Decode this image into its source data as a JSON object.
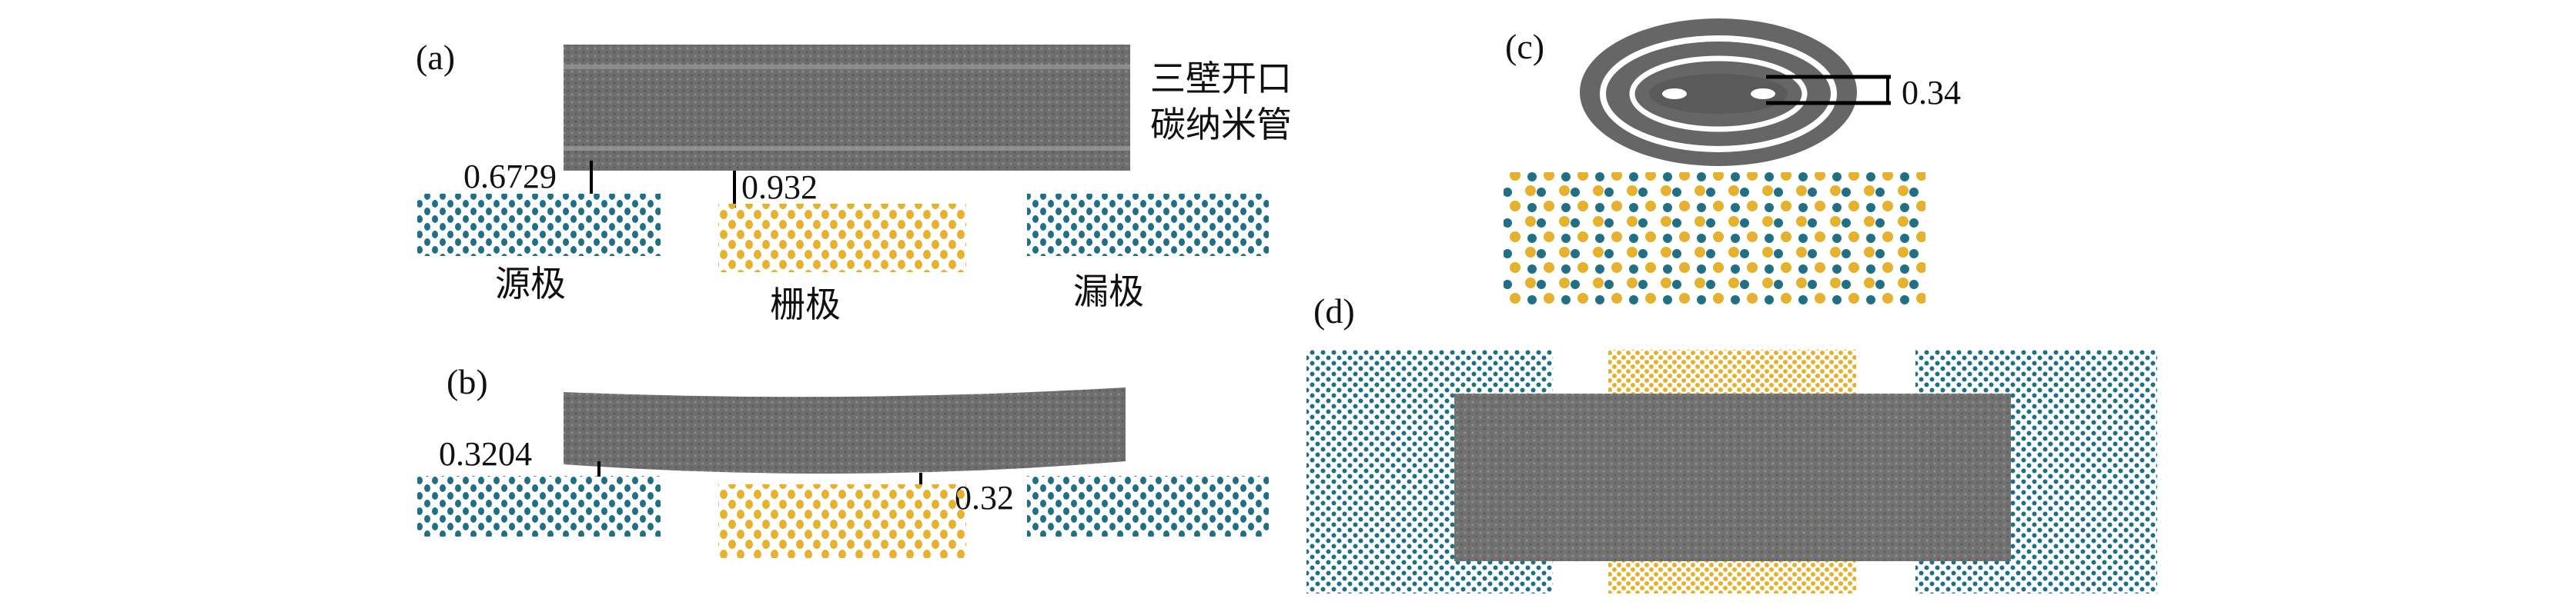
{
  "colors": {
    "carbon": "#6e6e6e",
    "electrode_blue": "#1f6f86",
    "gate_gold": "#e6b22e"
  },
  "panel_a": {
    "label": "(a)",
    "tube_label_line1": "三壁开口",
    "tube_label_line2": "碳纳米管",
    "gap_source": "0.6729",
    "gap_gate": "0.932",
    "source": "源极",
    "gate": "栅极",
    "drain": "漏极"
  },
  "panel_b": {
    "label": "(b)",
    "gap_source": "0.3204",
    "gap_gate": "0.32"
  },
  "panel_c": {
    "label": "(c)",
    "interlayer": "0.34"
  },
  "panel_d": {
    "label": "(d)"
  }
}
